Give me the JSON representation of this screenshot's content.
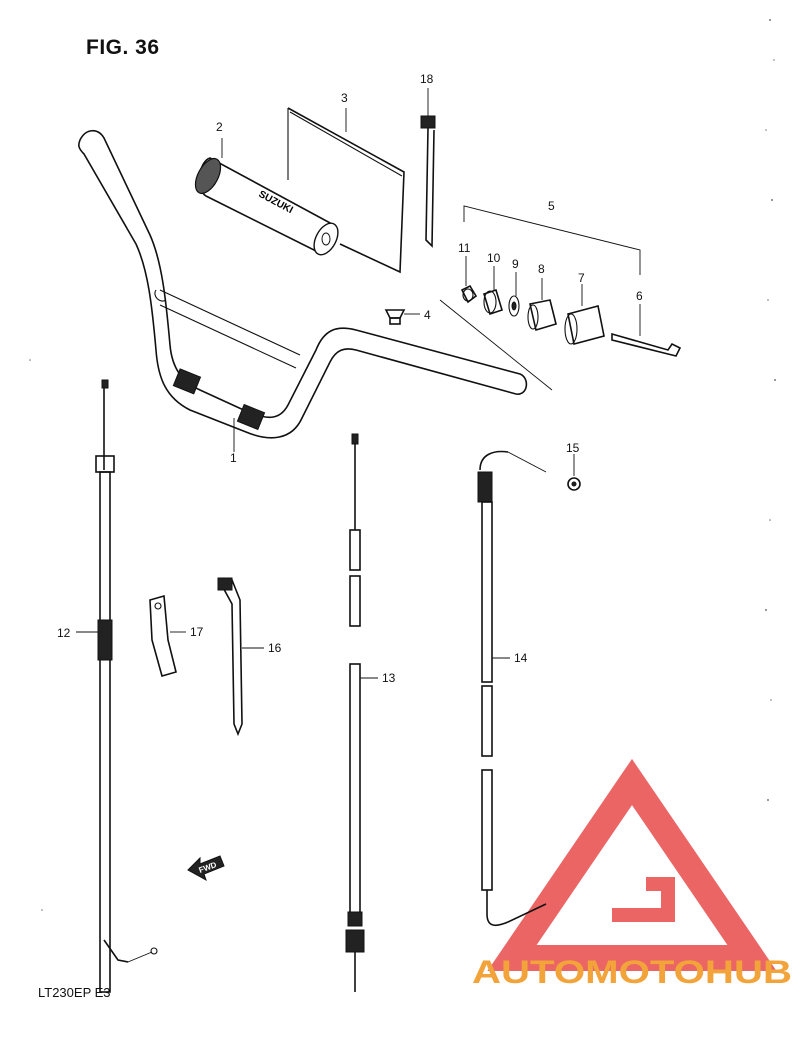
{
  "figure": {
    "title": "FIG. 36",
    "model_code": "LT230EP  E3",
    "watermark": "AUTOMOTOHUB",
    "grip_marking": "SUZUKI",
    "fwd_marking": "FWD"
  },
  "callouts": {
    "p1": "1",
    "p2": "2",
    "p3": "3",
    "p4": "4",
    "p5": "5",
    "p6": "6",
    "p7": "7",
    "p8": "8",
    "p9": "9",
    "p10": "10",
    "p11": "11",
    "p12": "12",
    "p13": "13",
    "p14": "14",
    "p15": "15",
    "p16": "16",
    "p17": "17",
    "p18": "18"
  },
  "colors": {
    "ink": "#111111",
    "watermark_red": "#e84b4b",
    "watermark_orange": "#f2a33a",
    "watermark_gray": "#8a8a8a"
  }
}
